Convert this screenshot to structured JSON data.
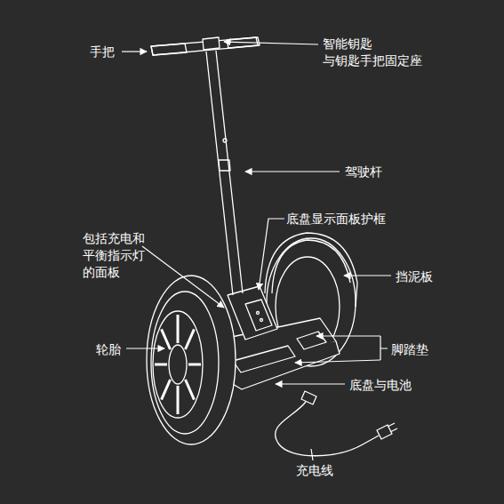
{
  "diagram": {
    "labels": [
      "手把",
      "智能钥匙 与钥匙手把固定座",
      "驾驶杆",
      "底盘显示面板护框",
      "包括充电和 平衡指示灯 的面板",
      "挡泥板",
      "轮胎",
      "脚踏垫",
      "底盘与电池",
      "充电线"
    ]
  }
}
